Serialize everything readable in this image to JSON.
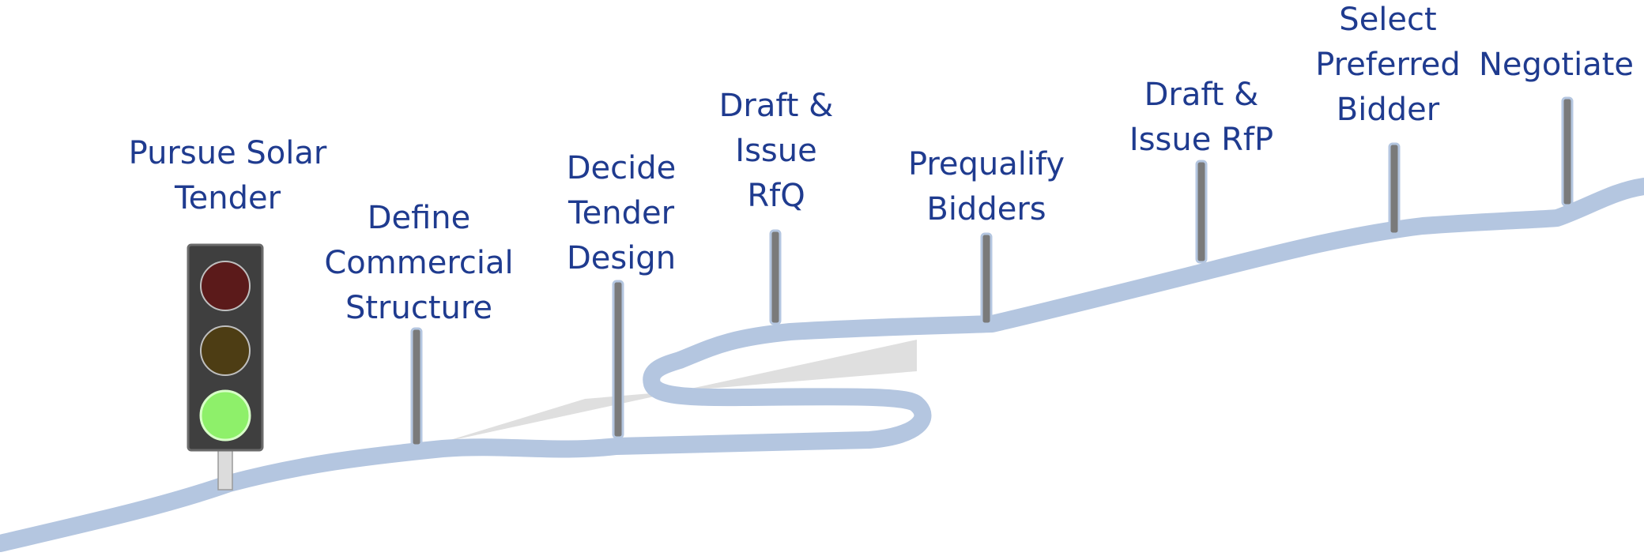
{
  "diagram": {
    "colors": {
      "road": "#b4c6e0",
      "road_shadow": "#d9d9d9",
      "label": "#1f3b8f",
      "pole": "#7a7a7a",
      "traffic_light_body": "#3f3f3f",
      "light_red": "#5b1a1a",
      "light_amber": "#4d3d14",
      "light_green": "#8ef06a"
    },
    "traffic_light": {
      "icon": "traffic-light-icon",
      "active_light": "green"
    },
    "milestones": [
      {
        "id": "pursue-solar-tender",
        "label": "Pursue Solar\nTender"
      },
      {
        "id": "define-commercial-structure",
        "label": "Define\nCommercial\nStructure"
      },
      {
        "id": "decide-tender-design",
        "label": "Decide\nTender\nDesign"
      },
      {
        "id": "draft-issue-rfq",
        "label": "Draft &\nIssue\nRfQ"
      },
      {
        "id": "prequalify-bidders",
        "label": "Prequalify\nBidders"
      },
      {
        "id": "draft-issue-rfp",
        "label": "Draft &\nIssue RfP"
      },
      {
        "id": "select-preferred-bidder",
        "label": "Select\nPreferred\nBidder"
      },
      {
        "id": "negotiate",
        "label": "Negotiate"
      }
    ]
  }
}
